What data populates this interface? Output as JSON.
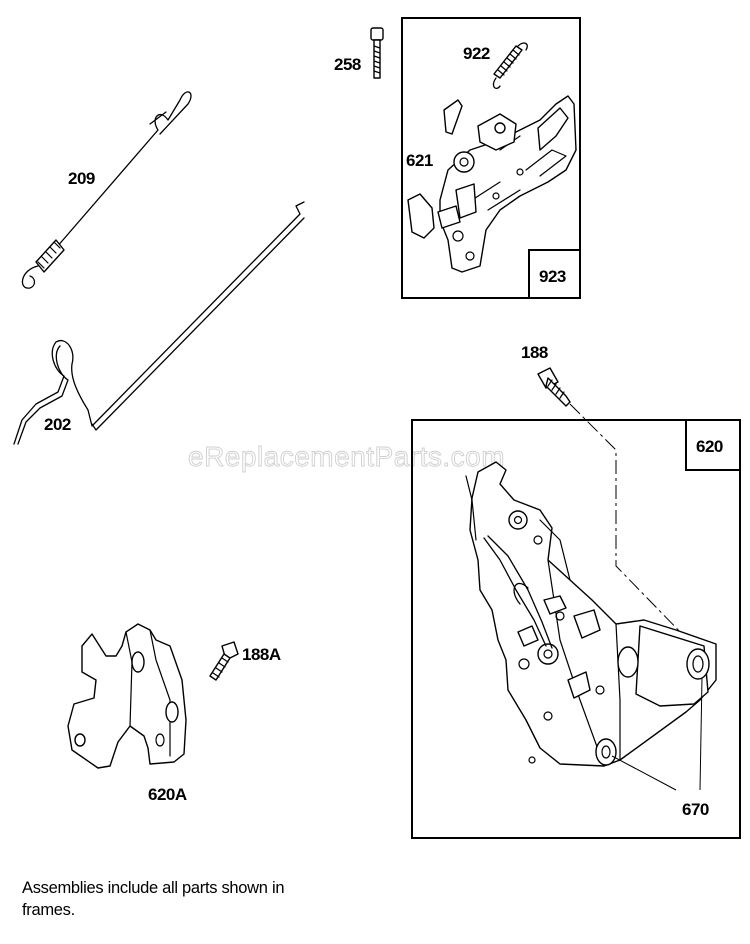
{
  "labels": {
    "p258": "258",
    "p922": "922",
    "p621": "621",
    "p923": "923",
    "p209": "209",
    "p202": "202",
    "p188": "188",
    "p620": "620",
    "p188a": "188A",
    "p620a": "620A",
    "p670": "670"
  },
  "watermark": "eReplacementParts.com",
  "footnote": "Assemblies include all parts shown in frames."
}
